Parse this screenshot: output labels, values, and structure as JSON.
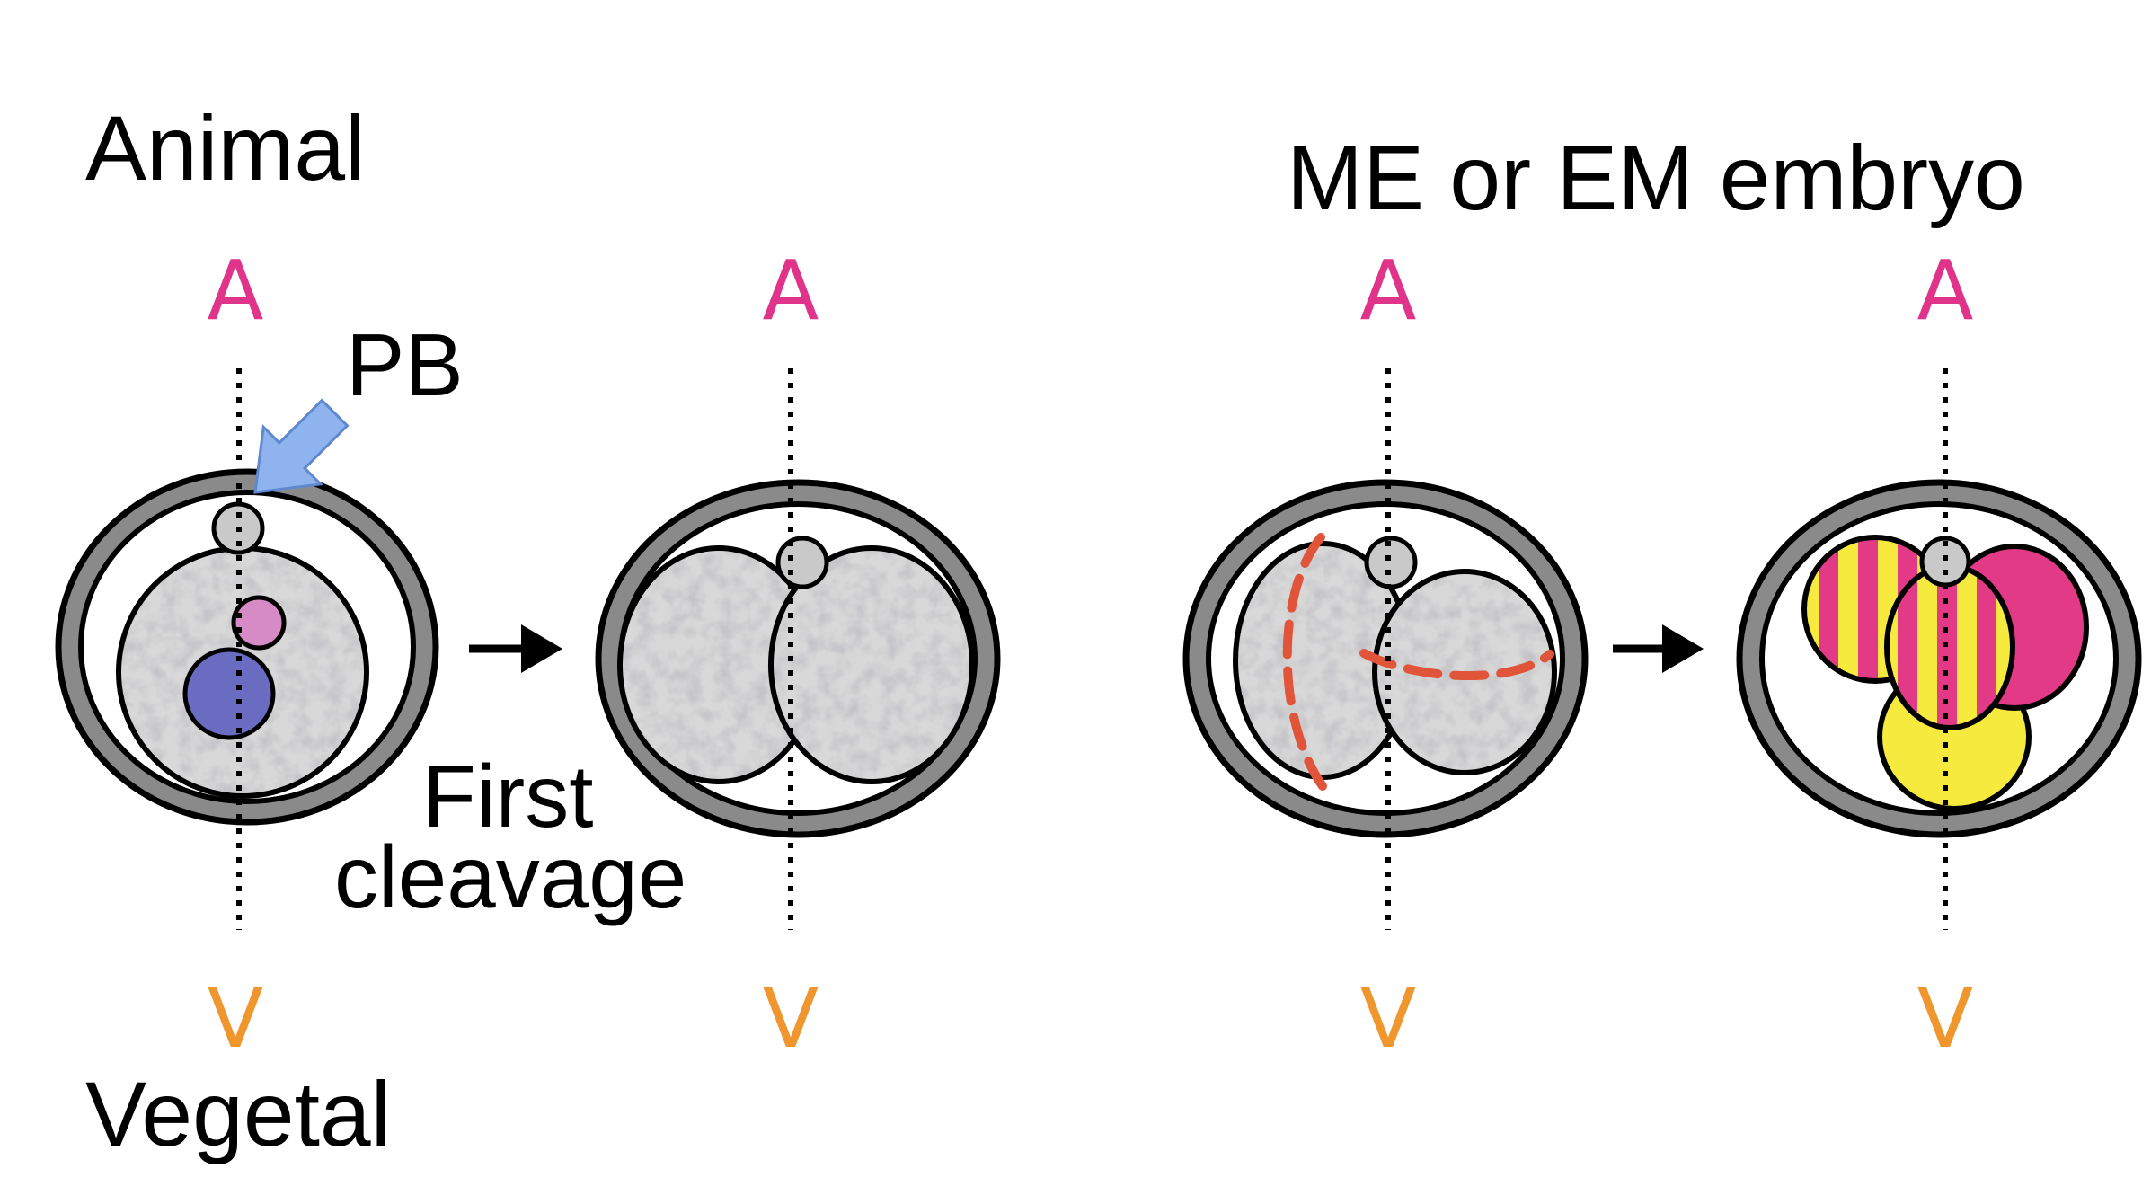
{
  "labels": {
    "animal": "Animal",
    "vegetal": "Vegetal",
    "me_em": "ME or EM embryo",
    "pb": "PB",
    "first": "First",
    "cleavage": "cleavage"
  },
  "axis_labels": {
    "animal_pole": "A",
    "vegetal_pole": "V"
  },
  "colors": {
    "animal_pole": "#E0338A",
    "vegetal_pole": "#F0962E",
    "shell": "#8a8a8a",
    "polar_body": "#c9c9c9",
    "pronucleus_small": "#d68ac6",
    "pronucleus_large": "#6a6cc2",
    "pb_arrow": "#8fb3ee",
    "cleavage_dashes": "#e0553a",
    "magenta": "#e23a86",
    "yellow": "#f6ea3e"
  },
  "icons": [
    "arrow-right-icon",
    "pb-pointer-arrow-icon"
  ]
}
